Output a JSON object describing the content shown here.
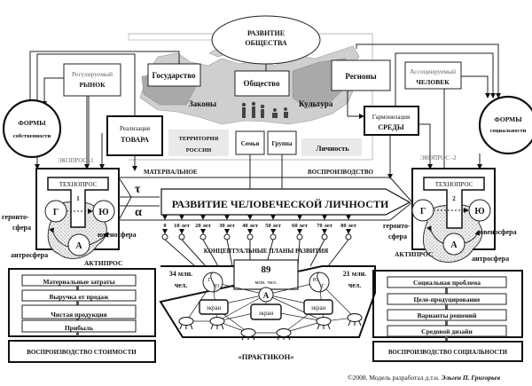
{
  "top": {
    "society": [
      "РАЗВИТИЕ",
      "ОБЩЕСТВА"
    ]
  },
  "map": {
    "state": "Государство",
    "society": "Общество",
    "regions": "Регионы",
    "laws": "Законы",
    "culture": "Культура",
    "territory": [
      "ТЕРРИТОРИЯ",
      "РОССИИ"
    ],
    "family": "Семья",
    "group": "Группа",
    "personality": "Личность"
  },
  "left": {
    "market": [
      "Регулируемый",
      "РЫНОК"
    ],
    "forms": [
      "ФОРМЫ",
      "собственности"
    ],
    "goods": [
      "Реализация",
      "ТОВАРА"
    ],
    "ecopros": "ЭКОПРОС -1",
    "technopros": "ТЕХНОПРОС",
    "num": "1",
    "g": "Г",
    "yu": "Ю",
    "a": "А",
    "geronto": [
      "геронто-",
      "сфера"
    ],
    "juveno": "ювеносфера",
    "antro": "антросфера",
    "aktipros": "АКТИПРОС"
  },
  "right": {
    "person": [
      "Ассоциируемый",
      "ЧЕЛОВЕК"
    ],
    "forms": [
      "ФОРМЫ",
      "социальности"
    ],
    "env": [
      "Гармонизация",
      "СРЕДЫ"
    ],
    "ecopros": "ЭКОПРОС -2",
    "technopros": "ТЕХНОПРОС",
    "num": "2",
    "g": "Г",
    "yu": "Ю",
    "a": "А",
    "geronto": [
      "геронто-",
      "сфера"
    ],
    "juveno": "ювеносфера",
    "antro": "антросфера",
    "aktipros": "АКТИПРОС"
  },
  "center": {
    "material": "МАТЕРИАЛЬНОЕ",
    "reproduction": "ВОСПРОИЗВОДСТВО",
    "tau": "τ",
    "alpha": "α",
    "arrow_title": "РАЗВИТИЕ ЧЕЛОВЕЧЕСКОЙ ЛИЧНОСТИ",
    "ages": [
      "0",
      "10 лет",
      "20 лет",
      "30 лет",
      "40 лет",
      "50 лет",
      "60 лет",
      "70 лет",
      "80 лет"
    ],
    "plans": "КОНЦЕПТУАЛЬНЫЕ  ПЛАНЫ  РАЗВИТИЯ"
  },
  "praktikon": {
    "left_pop": [
      "34 млн.",
      "чел."
    ],
    "center_pop": [
      "89",
      "млн. чел."
    ],
    "right_pop": [
      "21 млн.",
      "чел."
    ],
    "screen": "экран",
    "a": "А",
    "yy_left": [
      "Г",
      "Ю"
    ],
    "yy_right": [
      "Ю",
      "Г"
    ],
    "title": "«ПРАКТИКОН»"
  },
  "cost": {
    "items": [
      "Материальные затраты",
      "Выручка от продаж",
      "Чистая продукция",
      "Прибыль"
    ],
    "footer": "ВОСПРОИЗВОДСТВО СТОИМОСТИ"
  },
  "social": {
    "items": [
      "Социальная  проблема",
      "Целе-продуцирование",
      "Варианты решений",
      "Средовой дизайн"
    ],
    "footer": "ВОСПРОИЗВОДСТВО СОЦИАЛЬНОСТИ"
  },
  "credit": {
    "prefix": "©2008. Модель разработал д.т.н.",
    "author": "Эльген П. Григорьев"
  }
}
